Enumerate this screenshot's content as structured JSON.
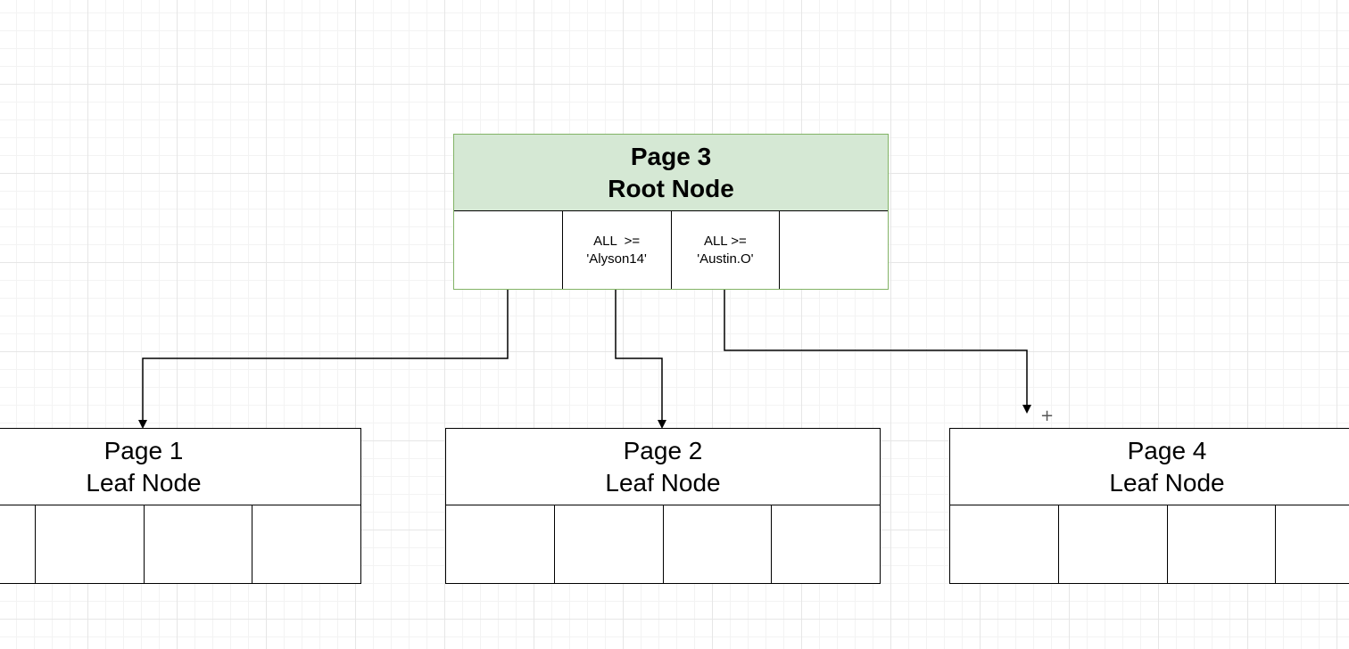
{
  "diagram": {
    "root": {
      "title": "Page 3",
      "subtitle": "Root Node",
      "keys": [
        "",
        "ALL  >=\n'Alyson14'",
        "ALL >=\n'Austin.O'",
        ""
      ]
    },
    "leaves": [
      {
        "title": "Page 1",
        "subtitle": "Leaf Node"
      },
      {
        "title": "Page 2",
        "subtitle": "Leaf Node"
      },
      {
        "title": "Page 4",
        "subtitle": "Leaf Node"
      }
    ],
    "edges": [
      {
        "from": "Page 3",
        "to": "Page 1"
      },
      {
        "from": "Page 3",
        "to": "Page 2"
      },
      {
        "from": "Page 3",
        "to": "Page 4"
      }
    ],
    "colors": {
      "root_fill": "#d5e8d4",
      "root_stroke": "#82b366",
      "line": "#000000"
    },
    "cursor_icon": "plus-cursor-icon"
  }
}
